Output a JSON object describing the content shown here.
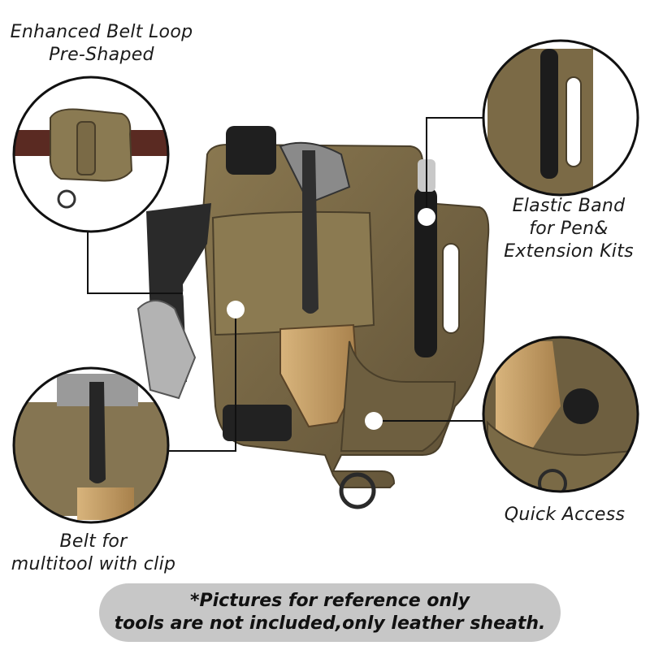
{
  "labels": {
    "belt_loop": [
      "Enhanced Belt Loop",
      "Pre-Shaped"
    ],
    "elastic_band": [
      "Elastic Band",
      "for Pen&",
      "Extension Kits"
    ],
    "multitool": [
      "Belt for",
      "multitool with clip"
    ],
    "quick_access": "Quick Access"
  },
  "disclaimer": [
    "*Pictures for reference only",
    "tools are not included,only leather sheath."
  ],
  "colors": {
    "leather": "#7a6a48",
    "leather_dark": "#5c4f35",
    "leather_light": "#9a8860",
    "wood": "#c9a36b",
    "metal": "#b9b9b9",
    "dark_metal": "#2b2b2b",
    "pill_bg": "#c7c7c7"
  }
}
